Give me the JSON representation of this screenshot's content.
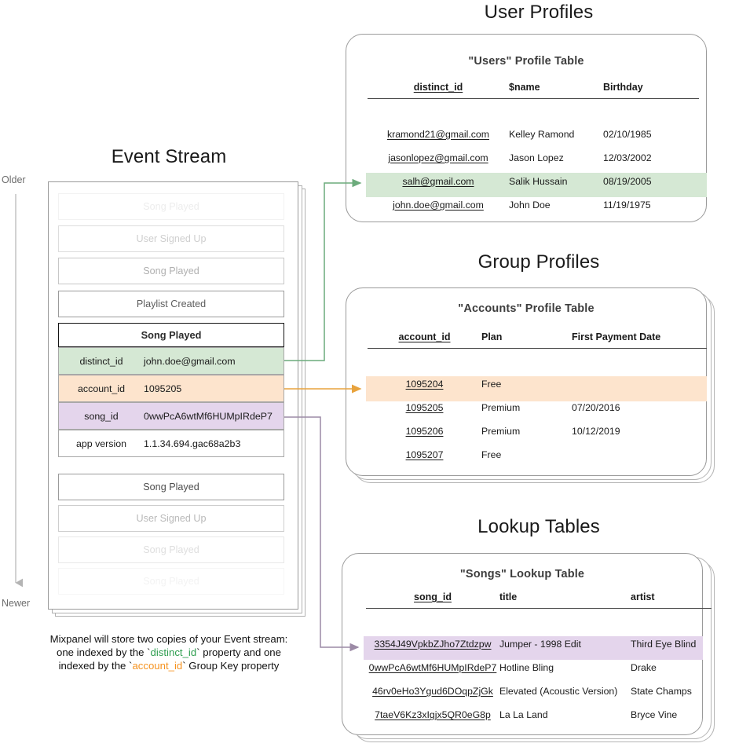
{
  "sections": {
    "event_stream_title": "Event Stream",
    "user_profiles_title": "User Profiles",
    "group_profiles_title": "Group Profiles",
    "lookup_tables_title": "Lookup Tables"
  },
  "timeline": {
    "older_label": "Older",
    "newer_label": "Newer"
  },
  "event_stream": {
    "events_before": [
      {
        "label": "Song Played"
      },
      {
        "label": "User Signed Up"
      },
      {
        "label": "Song Played"
      },
      {
        "label": "Playlist Created"
      }
    ],
    "selected_event": {
      "name": "Song Played",
      "properties": [
        {
          "key": "distinct_id",
          "value": "john.doe@gmail.com",
          "highlight": "#d5e8d4"
        },
        {
          "key": "account_id",
          "value": "1095205",
          "highlight": "#fde4cd"
        },
        {
          "key": "song_id",
          "value": "0wwPcA6wtMf6HUMpIRdeP7",
          "highlight": "#e4d5ec"
        },
        {
          "key": "app version",
          "value": "1.1.34.694.gac68a2b3",
          "highlight": "#ffffff"
        }
      ]
    },
    "events_after": [
      {
        "label": "Song Played"
      },
      {
        "label": "User Signed Up"
      },
      {
        "label": "Song Played"
      },
      {
        "label": "Song Played"
      }
    ]
  },
  "caption": {
    "line1": "Mixpanel will store two copies of your Event stream:",
    "line2_a": "one indexed by the `",
    "line2_key": "distinct_id",
    "line2_b": "` property and one",
    "line3_a": "indexed by the `",
    "line3_key": "account_id",
    "line3_b": "` Group Key property"
  },
  "users_table": {
    "title": "\"Users\" Profile Table",
    "columns": [
      "distinct_id",
      "$name",
      "Birthday"
    ],
    "rows": [
      {
        "distinct_id": "kramond21@gmail.com",
        "name": "Kelley Ramond",
        "birthday": "02/10/1985",
        "highlighted": false
      },
      {
        "distinct_id": "jasonlopez@gmail.com",
        "name": "Jason Lopez",
        "birthday": "12/03/2002",
        "highlighted": false
      },
      {
        "distinct_id": "salh@gmail.com",
        "name": "Salik Hussain",
        "birthday": "08/19/2005",
        "highlighted": false
      },
      {
        "distinct_id": "john.doe@gmail.com",
        "name": "John Doe",
        "birthday": "11/19/1975",
        "highlighted": true
      }
    ]
  },
  "accounts_table": {
    "title": "\"Accounts\" Profile Table",
    "columns": [
      "account_id",
      "Plan",
      "First Payment Date"
    ],
    "rows": [
      {
        "account_id": "1095204",
        "plan": "Free",
        "first_payment_date": "",
        "highlighted": false
      },
      {
        "account_id": "1095205",
        "plan": "Premium",
        "first_payment_date": "07/20/2016",
        "highlighted": true
      },
      {
        "account_id": "1095206",
        "plan": "Premium",
        "first_payment_date": "10/12/2019",
        "highlighted": false
      },
      {
        "account_id": "1095207",
        "plan": "Free",
        "first_payment_date": "",
        "highlighted": false
      }
    ]
  },
  "songs_table": {
    "title": "\"Songs\" Lookup Table",
    "columns": [
      "song_id",
      "title",
      "artist"
    ],
    "rows": [
      {
        "song_id": "3354J49VpkbZJho7Ztdzpw",
        "title": "Jumper - 1998 Edit",
        "artist": "Third Eye Blind",
        "highlighted": false
      },
      {
        "song_id": "0wwPcA6wtMf6HUMpIRdeP7",
        "title": "Hotline Bling",
        "artist": "Drake",
        "highlighted": true
      },
      {
        "song_id": "46rv0eHo3Ygud6DOqpZjGk",
        "title": "Elevated (Acoustic Version)",
        "artist": "State Champs",
        "highlighted": false
      },
      {
        "song_id": "7taeV6Kz3xIgjx5QR0eG8p",
        "title": "La La Land",
        "artist": "Bryce Vine",
        "highlighted": false
      }
    ]
  },
  "colors": {
    "green": "#d5e8d4",
    "orange": "#fde4cd",
    "purple": "#e4d5ec",
    "green_line": "#6cab7c",
    "orange_line": "#e8a33d",
    "purple_line": "#9c8aa6",
    "card_border": "#9a9a9a"
  }
}
